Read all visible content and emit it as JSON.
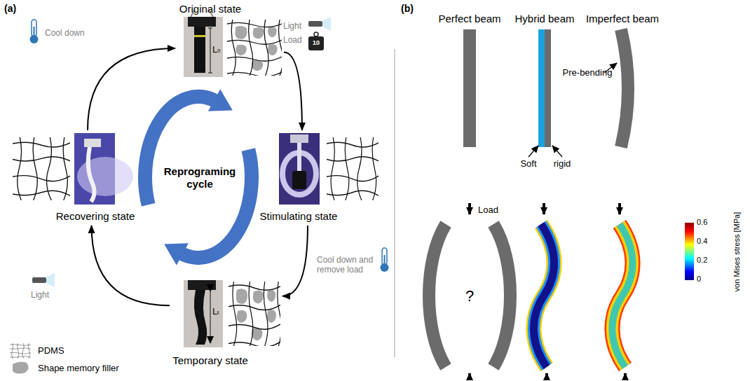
{
  "diagram": {
    "nodes": [
      {
        "text": [
          "Original state"
        ]
      },
      {
        "text": [
          "Stimulating state"
        ]
      },
      {
        "text": [
          "Temporary state"
        ]
      },
      {
        "text": [
          "Recovering state"
        ]
      }
    ],
    "edges": [
      {
        "from": 0,
        "to": 1,
        "arrow": "to"
      },
      {
        "from": 1,
        "to": 2,
        "arrow": "to"
      },
      {
        "from": 2,
        "to": 3,
        "arrow": "to"
      },
      {
        "from": 3,
        "to": 0,
        "arrow": "to"
      }
    ],
    "labels": [
      "(a)",
      "Reprograming cycle",
      "L₀",
      "Light",
      "Load",
      "10",
      "Cool down and remove load",
      "Lₜ",
      "Light",
      "Cool down",
      "(b)",
      "Perfect beam",
      "Hybrid beam",
      "Imperfect beam",
      "Pre-bending",
      "Soft",
      "rigid",
      "Load",
      "?",
      "0.6",
      "0.4",
      "0.2",
      "0",
      "von Mises stress [MPa]"
    ],
    "legend": [
      {
        "text": "PDMS"
      },
      {
        "text": "Shape memory filler"
      }
    ]
  }
}
